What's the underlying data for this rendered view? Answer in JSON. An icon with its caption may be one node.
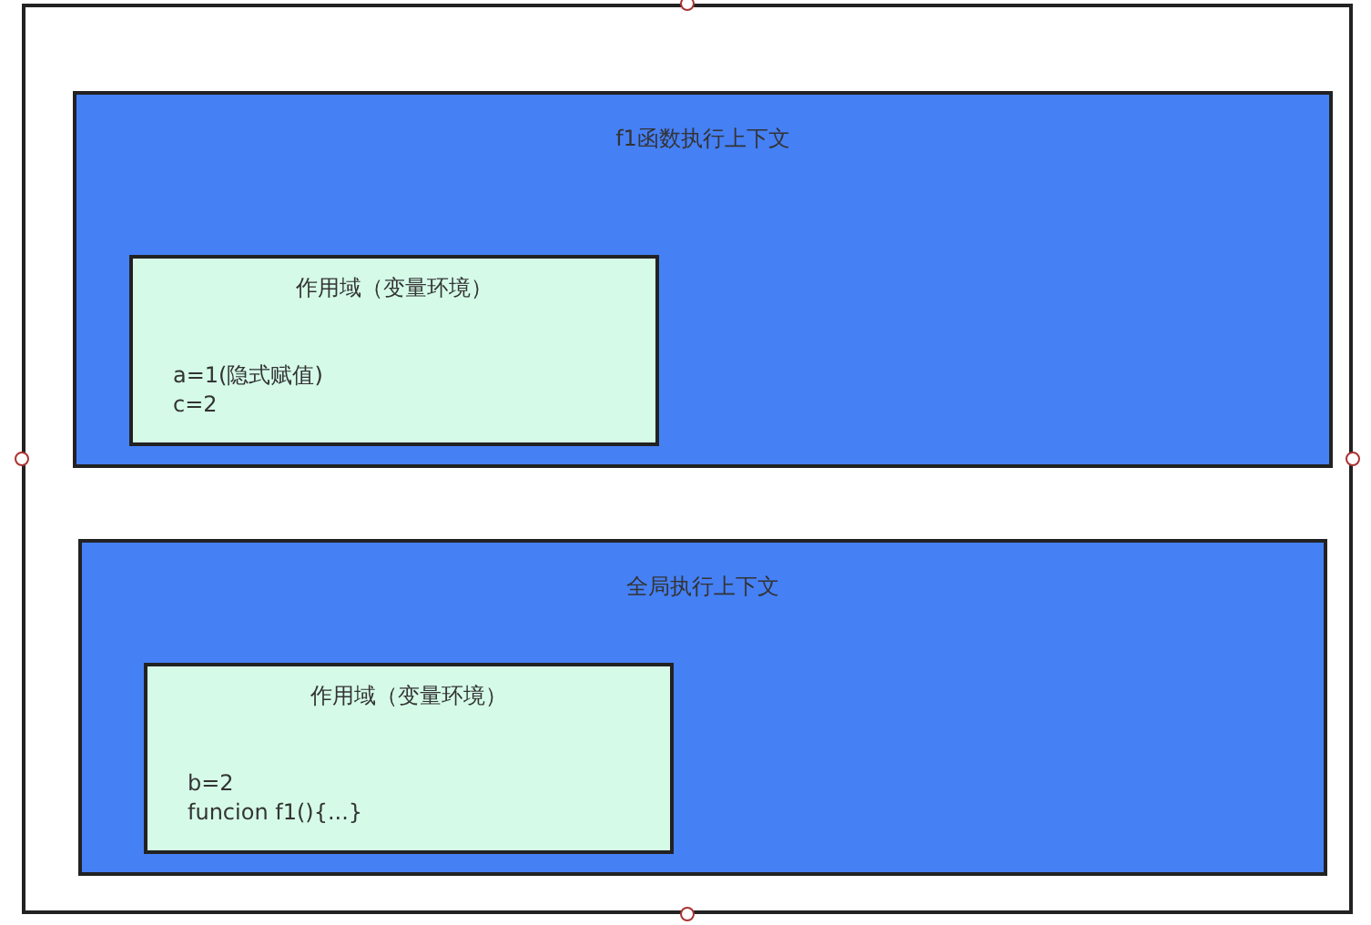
{
  "diagram": {
    "nodes": [
      {
        "text": [],
        "shape": "box"
      },
      {
        "text": [
          "f1函数执行上下文"
        ],
        "in": 0
      },
      {
        "text": [
          "作用域（变量环境）",
          "a=1(隐式赋值)",
          "c=2"
        ],
        "in": 1
      },
      {
        "text": [
          "全局执行上下文"
        ],
        "in": 0
      },
      {
        "text": [
          "作用域（变量环境）",
          "b=2",
          "funcion f1(){...}"
        ],
        "in": 3
      }
    ]
  }
}
